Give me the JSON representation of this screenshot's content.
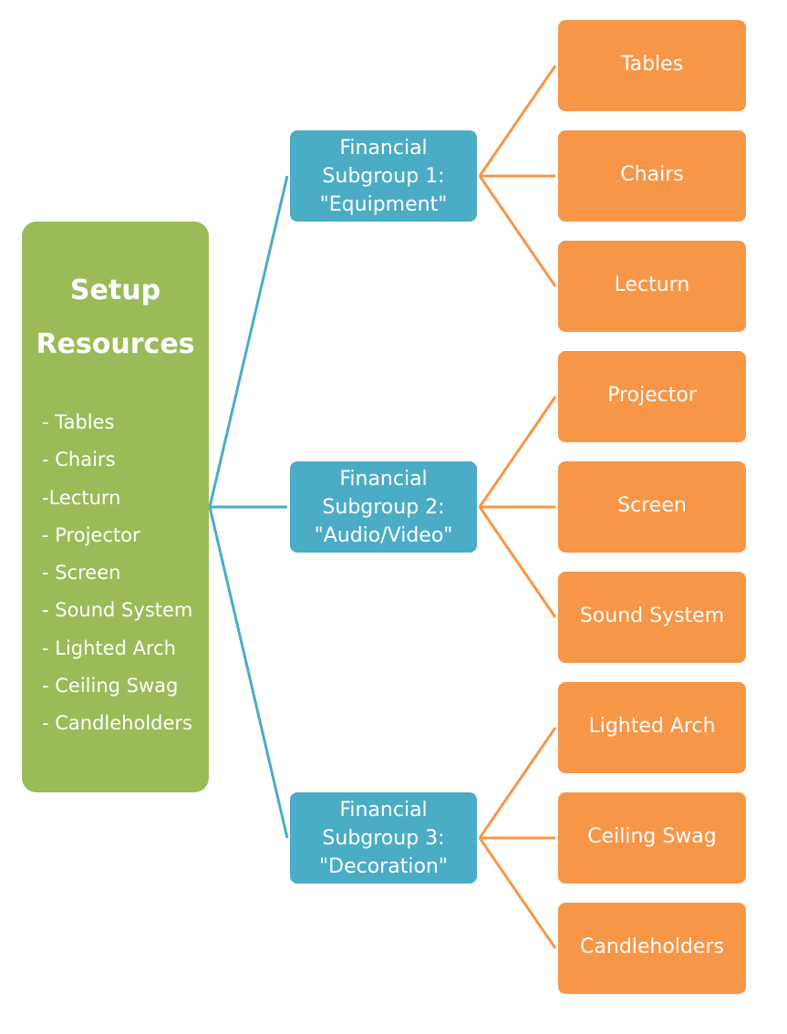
{
  "root": {
    "title_line1": "Setup",
    "title_line2": "Resources",
    "items": [
      "- Tables",
      "- Chairs",
      "-Lecturn",
      "- Projector",
      "- Screen",
      "- Sound System",
      "- Lighted Arch",
      "- Ceiling Swag",
      "- Candleholders"
    ]
  },
  "subgroups": [
    {
      "line1": "Financial",
      "line2": "Subgroup 1:",
      "line3": "\"Equipment\"",
      "children": [
        "Tables",
        "Chairs",
        "Lecturn"
      ]
    },
    {
      "line1": "Financial",
      "line2": "Subgroup 2:",
      "line3": "\"Audio/Video\"",
      "children": [
        "Projector",
        "Screen",
        "Sound System"
      ]
    },
    {
      "line1": "Financial",
      "line2": "Subgroup 3:",
      "line3": "\"Decoration\"",
      "children": [
        "Lighted Arch",
        "Ceiling Swag",
        "Candleholders"
      ]
    }
  ],
  "colors": {
    "root": "#9bbb59",
    "subgroup": "#4bacc6",
    "leaf": "#f79646",
    "root_connector": "#4bacc6",
    "leaf_connector": "#f79646"
  }
}
